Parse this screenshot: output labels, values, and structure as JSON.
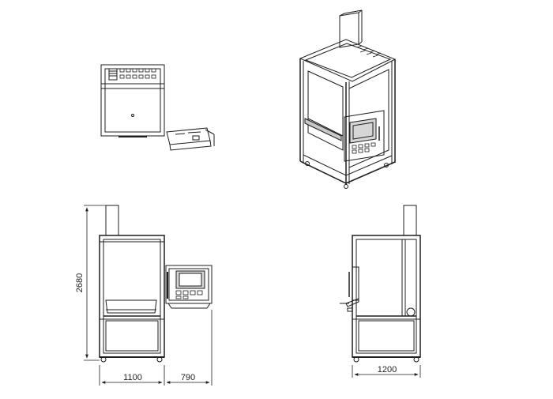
{
  "dimensions": {
    "height_label": "2680",
    "front_width_label": "1100",
    "panel_width_label": "790",
    "side_width_label": "1200"
  },
  "colors": {
    "line": "#1e1e1e",
    "frame_gray": "#c8c8c8",
    "screen_gray": "#d6d6d6"
  }
}
